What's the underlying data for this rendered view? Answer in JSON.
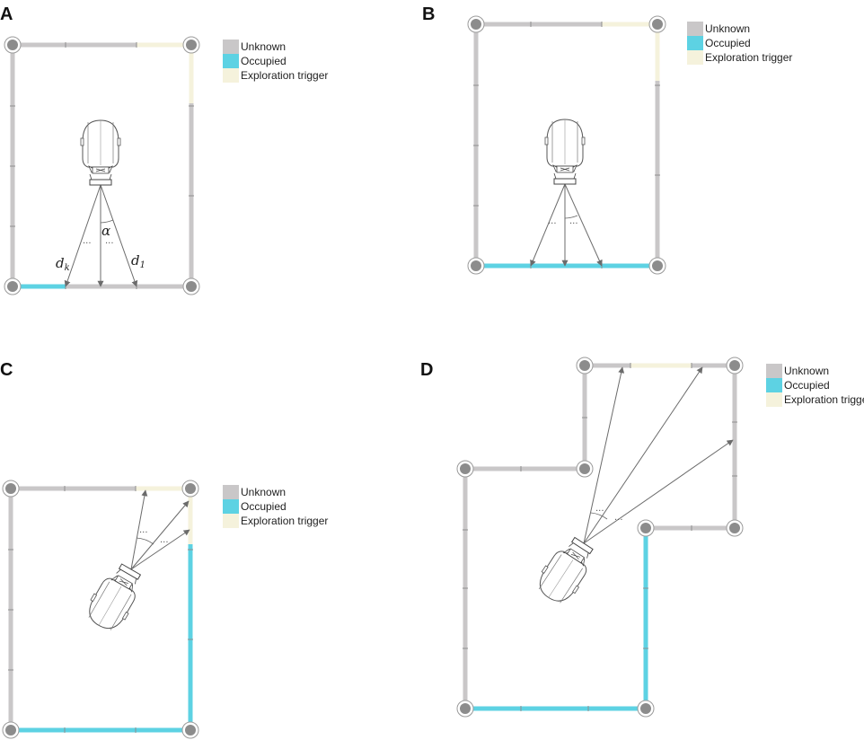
{
  "colors": {
    "unknown": "#c9c7c8",
    "occupied": "#5dd2e3",
    "trigger": "#f5f2dc",
    "ray": "#6b6b6b",
    "node_fill": "#8c8c8c",
    "node_ring": "#9a9a9a"
  },
  "legend_labels": {
    "unknown": "Unknown",
    "occupied": "Occupied",
    "trigger": "Exploration trigger"
  },
  "panels": [
    {
      "letter": "A",
      "angle_label": "α",
      "ray_left_label": "d",
      "ray_left_sub": "k",
      "ray_right_label": "d",
      "ray_right_sub": "1",
      "dots": "···"
    },
    {
      "letter": "B",
      "dots": "···"
    },
    {
      "letter": "C",
      "dots": "···"
    },
    {
      "letter": "D",
      "dots": "···"
    }
  ],
  "icons": {
    "robot": "robot-topdown-icon",
    "node": "graph-node-icon"
  }
}
